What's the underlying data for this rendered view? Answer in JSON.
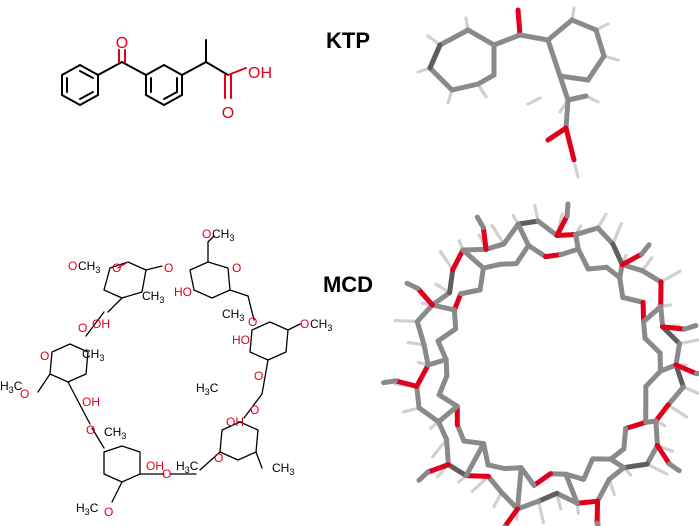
{
  "labels": {
    "ktp": "KTP",
    "mcd": "MCD"
  },
  "ktp_atoms": {
    "ketone_o": "O",
    "oh": "OH",
    "acid_o": "O"
  },
  "mcd_atoms": {
    "o": "O",
    "ch3": "CH",
    "ch3_sub": "3",
    "h3c_h": "H",
    "h3c_c": "C",
    "oh": "OH",
    "ho": "HO",
    "dot": "·"
  },
  "colors": {
    "bond": "#000000",
    "oxygen": "#e0001b",
    "carbon_stick": "#8a8a8a",
    "hydrogen_stick": "#d0d0d0"
  }
}
